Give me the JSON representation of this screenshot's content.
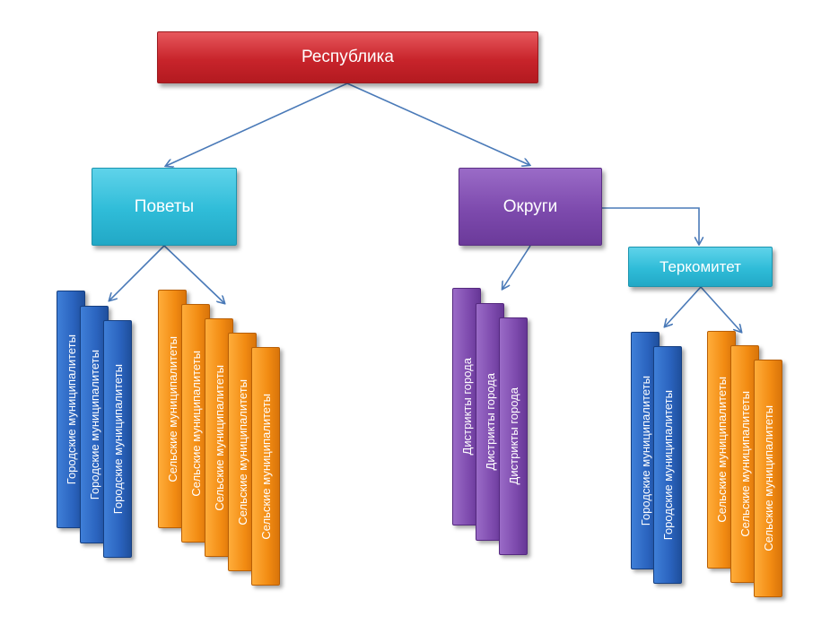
{
  "root": {
    "label": "Республика"
  },
  "povety": {
    "label": "Поветы",
    "urban": [
      "Городские муниципалитеты",
      "Городские муниципалитеты",
      "Городские муниципалитеты"
    ],
    "rural": [
      "Сельские муниципалитеты",
      "Сельские муниципалитеты",
      "Сельские муниципалитеты",
      "Сельские муниципалитеты",
      "Сельские муниципалитеты"
    ]
  },
  "okrugi": {
    "label": "Округи",
    "districts": [
      "Дистрикты города",
      "Дистрикты города",
      "Дистрикты города"
    ]
  },
  "terkomitet": {
    "label": "Теркомитет",
    "urban": [
      "Городские муниципалитеты",
      "Городские муниципалитеты"
    ],
    "rural": [
      "Сельские муниципалитеты",
      "Сельские муниципалитеты",
      "Сельские муниципалитеты"
    ]
  },
  "colors": {
    "root": "#c8242b",
    "povety": "#2fbcd8",
    "okrugi": "#7d4aad",
    "terkomitet": "#2fbcd8",
    "urban": "#2a63be",
    "rural": "#f28b12",
    "districts": "#7d4aad",
    "connector": "#4a7ab8"
  }
}
